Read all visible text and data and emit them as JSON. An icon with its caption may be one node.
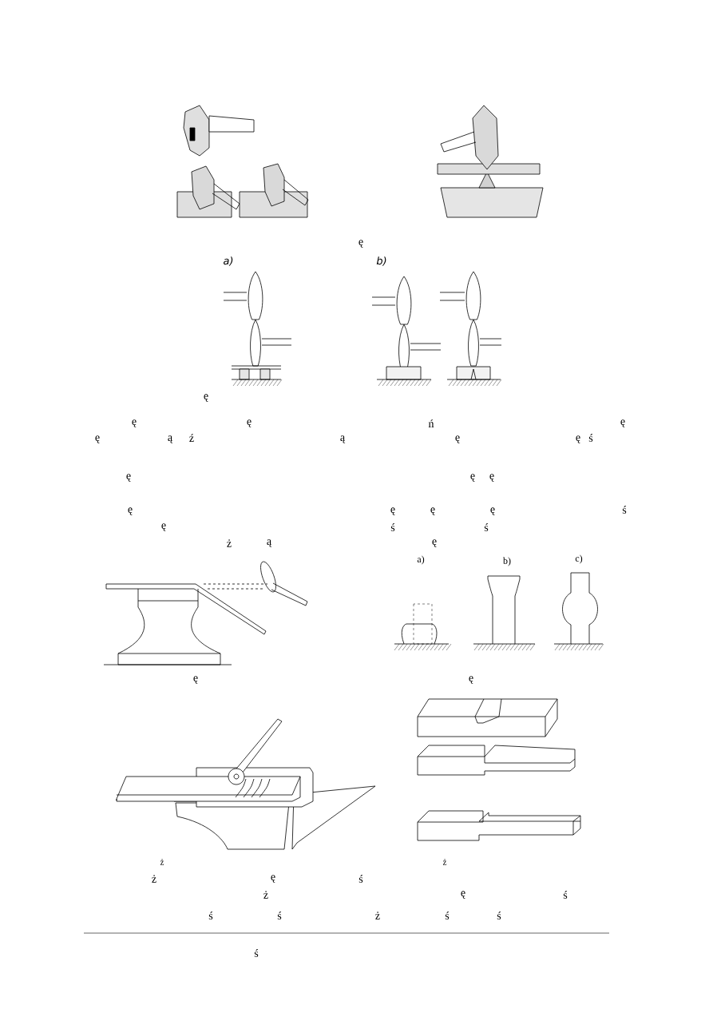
{
  "diagram": {
    "labels": [
      "ę",
      "a)",
      "b)",
      "ę",
      "ę",
      "ę",
      "ń",
      "ę",
      "ę",
      "ą",
      "ź",
      "ą",
      "ę",
      "ę",
      "ś",
      "ę",
      "ę",
      "ę",
      "ę",
      "ę",
      "ę",
      "ę",
      "ś",
      "ę",
      "ś",
      "ś",
      "ż",
      "ą",
      "ę",
      "a)",
      "b)",
      "c)",
      "ę",
      "ę",
      "ż",
      "ż",
      "ż",
      "ę",
      "ś",
      "ż",
      "ę",
      "ś",
      "ś",
      "ś",
      "ż",
      "ś",
      "ś",
      "ś"
    ]
  }
}
